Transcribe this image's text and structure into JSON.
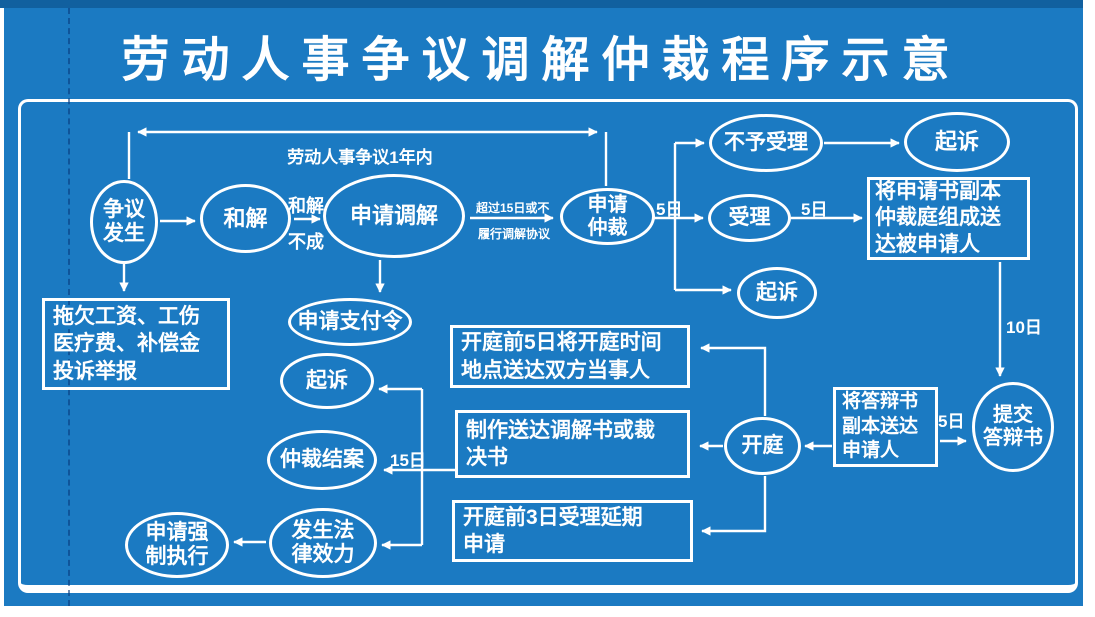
{
  "title": "劳动人事争议调解仲裁程序示意",
  "colors": {
    "canvas": "#1b7ac2",
    "top_band": "#11609f",
    "stroke": "#ffffff",
    "text": "#ffffff",
    "dashed_artifact": "#093a7d"
  },
  "nodes": {
    "dispute": {
      "lines": [
        "争议",
        "发生"
      ]
    },
    "reconciliation": {
      "label": "和解"
    },
    "apply_mediation": {
      "label": "申请调解"
    },
    "apply_arbitration": {
      "lines": [
        "申请",
        "仲裁"
      ]
    },
    "not_accepted": {
      "label": "不予受理"
    },
    "sue_top": {
      "label": "起诉"
    },
    "accepted": {
      "label": "受理"
    },
    "sue_mid": {
      "label": "起诉"
    },
    "submit_defense": {
      "lines": [
        "提交",
        "答辩书"
      ]
    },
    "hearing": {
      "label": "开庭"
    },
    "apply_payment_order": {
      "label": "申请支付令"
    },
    "sue_left": {
      "label": "起诉"
    },
    "arbitration_closed": {
      "label": "仲裁结案"
    },
    "legal_effect": {
      "lines": [
        "发生法",
        "律效力"
      ]
    },
    "apply_enforcement": {
      "lines": [
        "申请强",
        "制执行"
      ]
    }
  },
  "boxes": {
    "complaint": {
      "lines": [
        "拖欠工资、工伤",
        "医疗费、补偿金",
        "投诉举报"
      ]
    },
    "serve_application": {
      "lines": [
        "将申请书副本",
        "仲裁庭组成送",
        "达被申请人"
      ]
    },
    "serve_defense": {
      "lines": [
        "将答辩书",
        "副本送达",
        "申请人"
      ]
    },
    "hearing_notice": {
      "lines": [
        "开庭前5日将开庭时间",
        "地点送达双方当事人"
      ]
    },
    "make_award": {
      "lines": [
        "制作送达调解书或裁",
        "决书"
      ]
    },
    "postpone": {
      "lines": [
        "开庭前3日受理延期",
        "申请"
      ]
    }
  },
  "edge_labels": {
    "one_year": "劳动人事争议1年内",
    "reconcile_top": "和解",
    "reconcile_bottom": "不成",
    "exceed_line1": "超过15日或不",
    "exceed_line2": "履行调解协议",
    "five_days_arbitration": "5日",
    "five_days_accepted": "5日",
    "five_days_defense": "5日",
    "ten_days": "10日",
    "fifteen_days": "15日"
  }
}
